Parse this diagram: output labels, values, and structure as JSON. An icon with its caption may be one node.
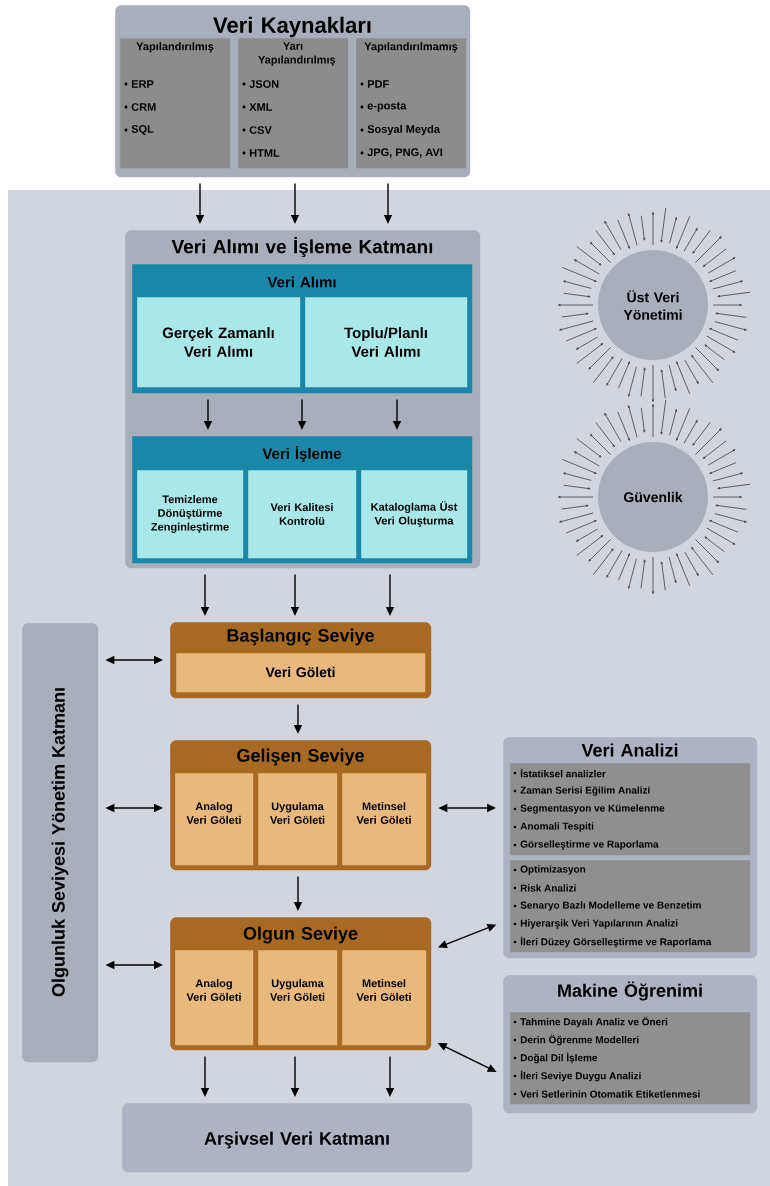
{
  "diagram": {
    "nodes": [
      {
        "text": [
          "Veri Kaynakları"
        ]
      },
      {
        "text": [
          "Yapılandırılmış",
          "ERP",
          "CRM",
          "SQL"
        ],
        "in": 0
      },
      {
        "text": [
          "Yarı Yapılandırılmış",
          "JSON",
          "XML",
          "CSV",
          "HTML"
        ],
        "in": 0
      },
      {
        "text": [
          "Yapılandırılmamış",
          "PDF",
          "e-posta",
          "Sosyal Meyda",
          "JPG, PNG, AVI"
        ],
        "in": 0
      },
      {
        "text": [
          "Veri Alımı ve İşleme Katmanı"
        ]
      },
      {
        "text": [
          "Veri Alımı"
        ],
        "in": 4
      },
      {
        "text": [
          "Gerçek Zamanlı Veri Alımı"
        ],
        "in": 5
      },
      {
        "text": [
          "Toplu/Planlı Veri Alımı"
        ],
        "in": 5
      },
      {
        "text": [
          "Veri İşleme"
        ],
        "in": 4
      },
      {
        "text": [
          "Temizleme Dönüştürme Zenginleştirme"
        ],
        "in": 8
      },
      {
        "text": [
          "Veri Kalitesi Kontrolü"
        ],
        "in": 8
      },
      {
        "text": [
          "Kataloglama Üst Veri Oluşturma"
        ],
        "in": 8
      },
      {
        "text": [
          "Üst Veri Yönetimi"
        ]
      },
      {
        "text": [
          "Güvenlik"
        ]
      },
      {
        "text": [
          "Olgunluk Seviyesi Yönetim Katmanı"
        ]
      },
      {
        "text": [
          "Başlangıç Seviye"
        ]
      },
      {
        "text": [
          "Veri Göleti"
        ],
        "in": 15
      },
      {
        "text": [
          "Gelişen Seviye"
        ]
      },
      {
        "text": [
          "Analog Veri Göleti"
        ],
        "in": 17
      },
      {
        "text": [
          "Uygulama Veri Göleti"
        ],
        "in": 17
      },
      {
        "text": [
          "Metinsel Veri Göleti"
        ],
        "in": 17
      },
      {
        "text": [
          "Olgun Seviye"
        ]
      },
      {
        "text": [
          "Analog Veri Göleti"
        ],
        "in": 21
      },
      {
        "text": [
          "Uygulama Veri Göleti"
        ],
        "in": 21
      },
      {
        "text": [
          "Metinsel Veri Göleti"
        ],
        "in": 21
      },
      {
        "text": [
          "Veri Analizi"
        ]
      },
      {
        "text": [
          "İstatiksel analizler",
          "Zaman Serisi Eğilim Analizi",
          "Segmentasyon ve Kümelenme",
          "Anomali Tespiti",
          "Görselleştirme ve Raporlama"
        ],
        "in": 25
      },
      {
        "text": [
          "Optimizasyon",
          "Risk Analizi",
          "Senaryo Bazlı Modelleme ve Benzetim",
          "Hiyerarşik Veri Yapılarının Analizi",
          "İleri Düzey Görselleştirme ve Raporlama"
        ],
        "in": 25
      },
      {
        "text": [
          "Makine Öğrenimi"
        ]
      },
      {
        "text": [
          "Tahmine Dayalı Analiz ve Öneri",
          "Derin Öğrenme Modelleri",
          "Doğal Dil İşleme",
          "İleri Seviye Duygu Analizi",
          "Veri Setlerinin Otomatik Etiketlenmesi"
        ],
        "in": 28
      },
      {
        "text": [
          "Arşivsel Veri Katmanı"
        ]
      }
    ],
    "edges": [
      {
        "from": 0,
        "to": 4,
        "arrow": "to"
      },
      {
        "from": 0,
        "to": 4,
        "arrow": "to"
      },
      {
        "from": 0,
        "to": 4,
        "arrow": "to"
      },
      {
        "from": 5,
        "to": 8,
        "arrow": "to"
      },
      {
        "from": 5,
        "to": 8,
        "arrow": "to"
      },
      {
        "from": 5,
        "to": 8,
        "arrow": "to"
      },
      {
        "from": 4,
        "to": 15,
        "arrow": "to"
      },
      {
        "from": 4,
        "to": 15,
        "arrow": "to"
      },
      {
        "from": 4,
        "to": 15,
        "arrow": "to"
      },
      {
        "from": 14,
        "to": 15,
        "arrow": "both"
      },
      {
        "from": 14,
        "to": 17,
        "arrow": "both"
      },
      {
        "from": 14,
        "to": 21,
        "arrow": "both"
      },
      {
        "from": 15,
        "to": 17,
        "arrow": "to"
      },
      {
        "from": 17,
        "to": 21,
        "arrow": "to"
      },
      {
        "from": 17,
        "to": 25,
        "arrow": "both"
      },
      {
        "from": 21,
        "to": 25,
        "arrow": "both"
      },
      {
        "from": 21,
        "to": 28,
        "arrow": "both"
      },
      {
        "from": 21,
        "to": 30,
        "arrow": "to"
      },
      {
        "from": 21,
        "to": 30,
        "arrow": "to"
      },
      {
        "from": 21,
        "to": 30,
        "arrow": "to"
      }
    ]
  }
}
